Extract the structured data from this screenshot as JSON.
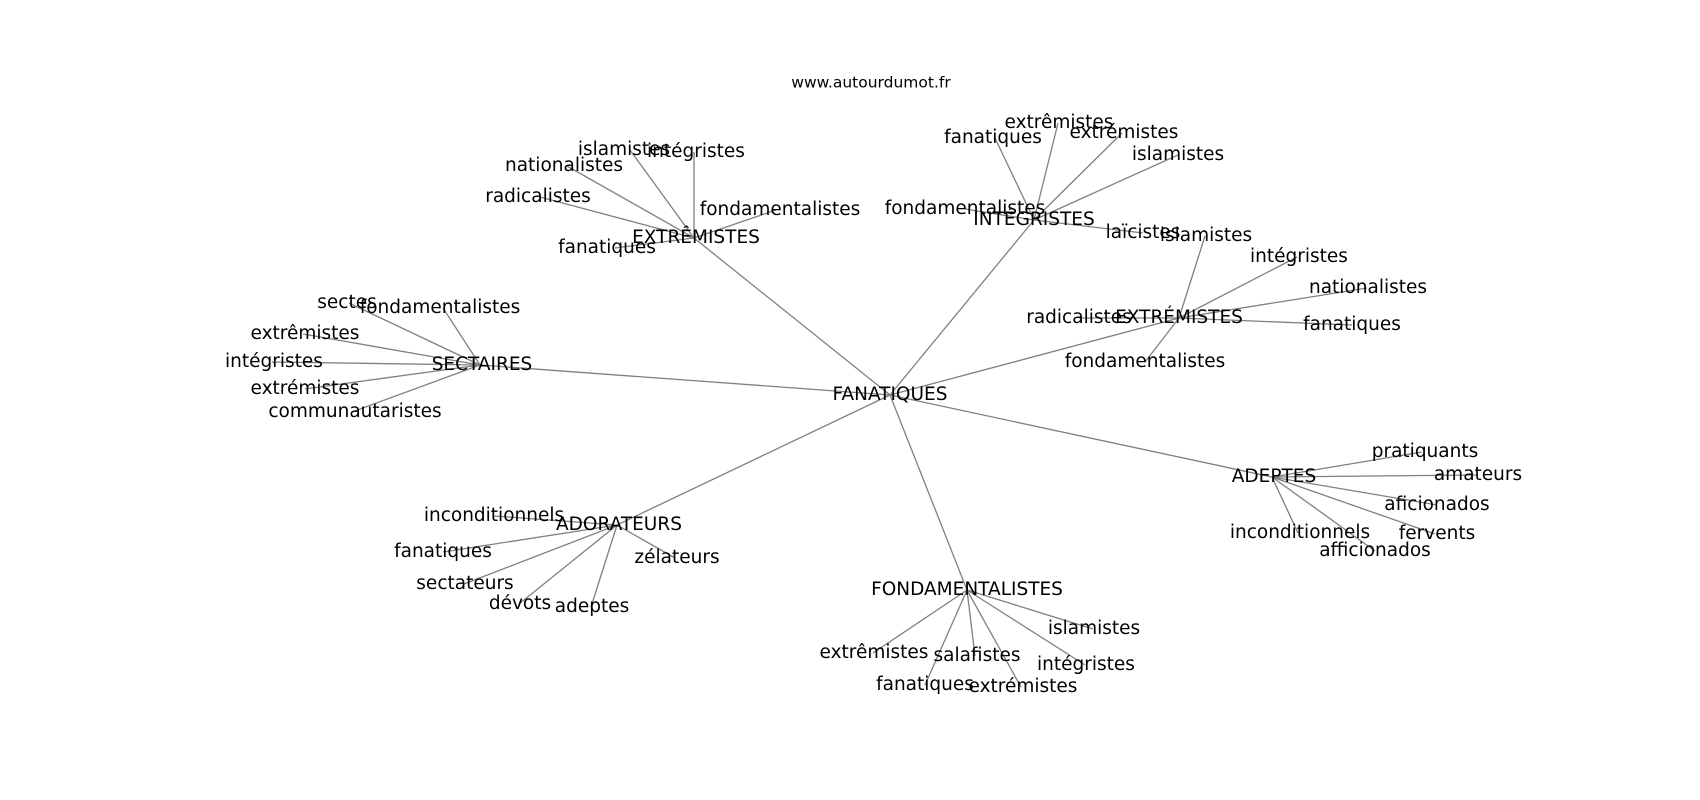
{
  "header": {
    "site": "www.autourdumot.fr"
  },
  "root": {
    "id": "root",
    "label": "FANATIQUES"
  },
  "clusters": [
    {
      "id": "c-extremistes-1",
      "label": "EXTRÊMISTES",
      "words": [
        {
          "id": "w1-1",
          "label": "islamistes"
        },
        {
          "id": "w1-2",
          "label": "intégristes"
        },
        {
          "id": "w1-3",
          "label": "nationalistes"
        },
        {
          "id": "w1-4",
          "label": "radicalistes"
        },
        {
          "id": "w1-5",
          "label": "fondamentalistes"
        },
        {
          "id": "w1-6",
          "label": "fanatiques"
        }
      ]
    },
    {
      "id": "c-integristes",
      "label": "INTÉGRISTES",
      "words": [
        {
          "id": "w2-1",
          "label": "extrêmistes"
        },
        {
          "id": "w2-2",
          "label": "fanatiques"
        },
        {
          "id": "w2-3",
          "label": "extrémistes"
        },
        {
          "id": "w2-4",
          "label": "islamistes"
        },
        {
          "id": "w2-5",
          "label": "fondamentalistes"
        },
        {
          "id": "w2-6",
          "label": "laïcistes"
        }
      ]
    },
    {
      "id": "c-extremistes-2",
      "label": "EXTRÉMISTES",
      "words": [
        {
          "id": "w3-1",
          "label": "islamistes"
        },
        {
          "id": "w3-2",
          "label": "intégristes"
        },
        {
          "id": "w3-3",
          "label": "nationalistes"
        },
        {
          "id": "w3-4",
          "label": "radicalistes"
        },
        {
          "id": "w3-5",
          "label": "fanatiques"
        },
        {
          "id": "w3-6",
          "label": "fondamentalistes"
        }
      ]
    },
    {
      "id": "c-sectaires",
      "label": "SECTAIRES",
      "words": [
        {
          "id": "w4-1",
          "label": "sectes"
        },
        {
          "id": "w4-2",
          "label": "fondamentalistes"
        },
        {
          "id": "w4-3",
          "label": "extrêmistes"
        },
        {
          "id": "w4-4",
          "label": "intégristes"
        },
        {
          "id": "w4-5",
          "label": "extrémistes"
        },
        {
          "id": "w4-6",
          "label": "communautaristes"
        }
      ]
    },
    {
      "id": "c-adeptes",
      "label": "ADEPTES",
      "words": [
        {
          "id": "w5-1",
          "label": "pratiquants"
        },
        {
          "id": "w5-2",
          "label": "amateurs"
        },
        {
          "id": "w5-3",
          "label": "aficionados"
        },
        {
          "id": "w5-4",
          "label": "inconditionnels"
        },
        {
          "id": "w5-5",
          "label": "fervents"
        },
        {
          "id": "w5-6",
          "label": "afficionados"
        }
      ]
    },
    {
      "id": "c-adorateurs",
      "label": "ADORATEURS",
      "words": [
        {
          "id": "w6-1",
          "label": "inconditionnels"
        },
        {
          "id": "w6-2",
          "label": "fanatiques"
        },
        {
          "id": "w6-3",
          "label": "zélateurs"
        },
        {
          "id": "w6-4",
          "label": "sectateurs"
        },
        {
          "id": "w6-5",
          "label": "dévots"
        },
        {
          "id": "w6-6",
          "label": "adeptes"
        }
      ]
    },
    {
      "id": "c-fondamentalistes",
      "label": "FONDAMENTALISTES",
      "words": [
        {
          "id": "w7-1",
          "label": "islamistes"
        },
        {
          "id": "w7-2",
          "label": "extrêmistes"
        },
        {
          "id": "w7-3",
          "label": "salafistes"
        },
        {
          "id": "w7-4",
          "label": "intégristes"
        },
        {
          "id": "w7-5",
          "label": "fanatiques"
        },
        {
          "id": "w7-6",
          "label": "extrémistes"
        }
      ]
    }
  ]
}
